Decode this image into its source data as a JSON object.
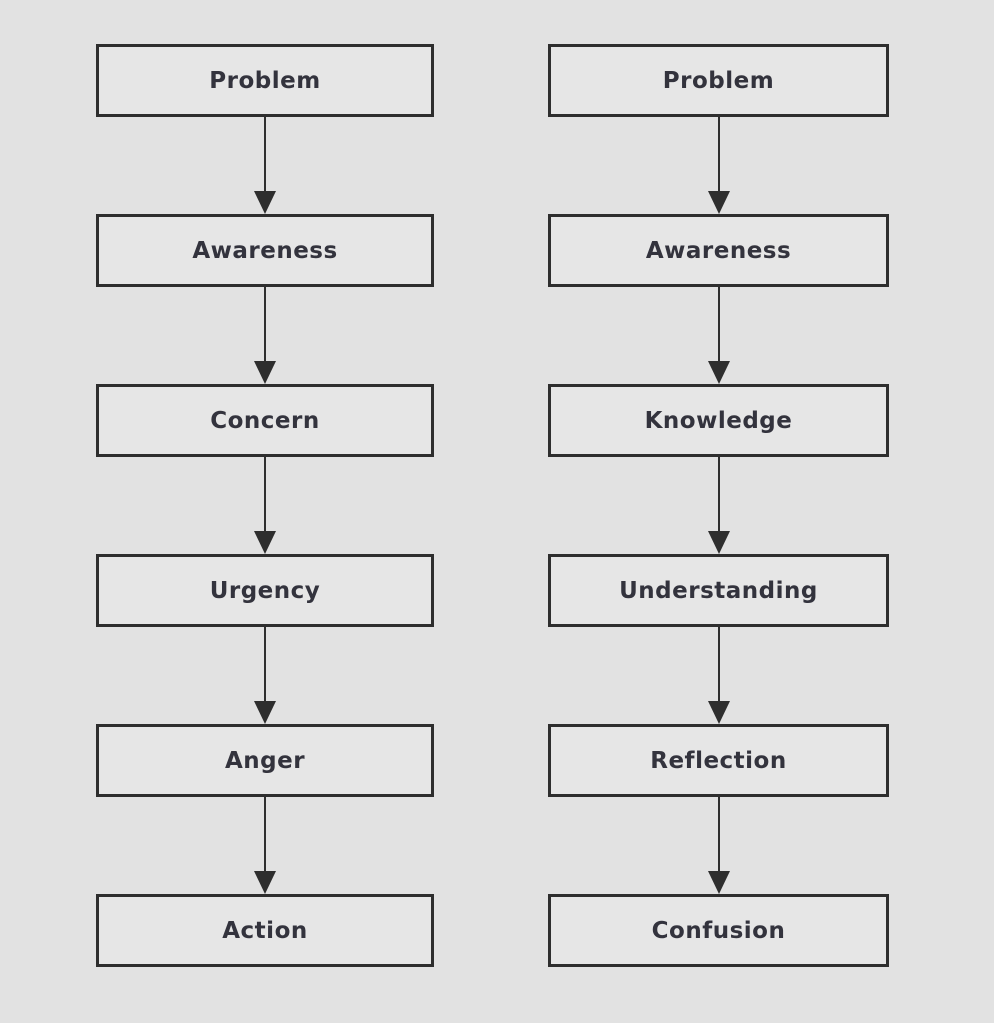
{
  "canvas": {
    "background_color": "#e2e2e2",
    "box_fill_color": "#e6e6e6",
    "line_color": "#2e2e2e",
    "text_color": "#33333d"
  },
  "columns": [
    {
      "name": "left",
      "steps": [
        "Problem",
        "Awareness",
        "Concern",
        "Urgency",
        "Anger",
        "Action"
      ]
    },
    {
      "name": "right",
      "steps": [
        "Problem",
        "Awareness",
        "Knowledge",
        "Understanding",
        "Reflection",
        "Confusion"
      ]
    }
  ]
}
